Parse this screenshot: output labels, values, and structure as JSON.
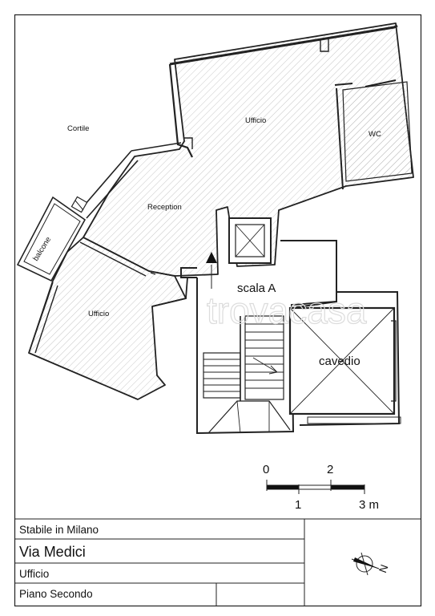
{
  "rooms": {
    "cortile": "Cortile",
    "ufficio_top": "Ufficio",
    "wc": "WC",
    "reception": "Reception",
    "balcone": "balcone",
    "ufficio_left": "Ufficio",
    "scala": "scala A",
    "cavedio": "cavedio"
  },
  "watermark": "trovacasa",
  "scale_bar": {
    "label_0": "0",
    "label_2": "2",
    "label_1": "1",
    "label_3": "3 m"
  },
  "title_block": {
    "line1": "Stabile in Milano",
    "line2": "Via Medici",
    "line3": "Ufficio",
    "line4": "Piano  Secondo",
    "compass_letter": "N"
  }
}
